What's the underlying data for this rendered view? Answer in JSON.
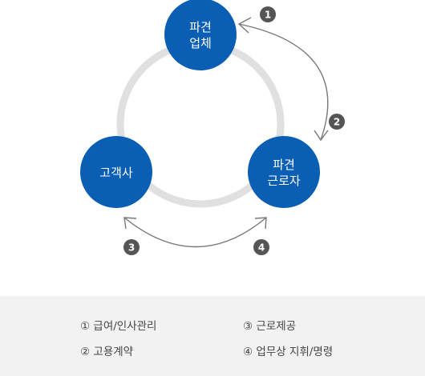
{
  "nodes": {
    "dispatch_company": {
      "line1": "파견",
      "line2": "업체",
      "color": "#0a5fb4"
    },
    "client": {
      "label": "고객사",
      "color": "#0a5fb4"
    },
    "dispatched_worker": {
      "line1": "파견",
      "line2": "근로자",
      "color": "#0a5fb4"
    }
  },
  "steps": [
    "1",
    "2",
    "3",
    "4"
  ],
  "legend": {
    "items": [
      {
        "mark": "①",
        "text": "급여/인사관리"
      },
      {
        "mark": "②",
        "text": "고용계약"
      },
      {
        "mark": "③",
        "text": "근로제공"
      },
      {
        "mark": "④",
        "text": "업무상 지휘/명령"
      }
    ]
  },
  "colors": {
    "ring": "#e0e0e0",
    "badge": "#555555",
    "arrow": "#777777",
    "legend_bg": "#f2f2f2"
  }
}
